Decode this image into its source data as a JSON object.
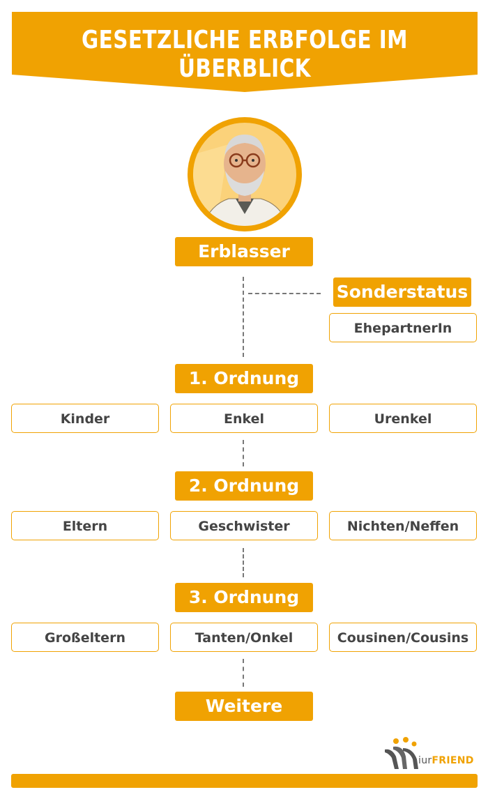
{
  "title": "GESETZLICHE ERBFOLGE IM ÜBERBLICK",
  "erblasser": "Erblasser",
  "sonderstatus": {
    "label": "Sonderstatus",
    "item": "EhepartnerIn"
  },
  "ordnung1": {
    "label": "1. Ordnung",
    "items": [
      "Kinder",
      "Enkel",
      "Urenkel"
    ]
  },
  "ordnung2": {
    "label": "2. Ordnung",
    "items": [
      "Eltern",
      "Geschwister",
      "Nichten/Neffen"
    ]
  },
  "ordnung3": {
    "label": "3. Ordnung",
    "items": [
      "Großeltern",
      "Tanten/Onkel",
      "Cousinen/Cousins"
    ]
  },
  "weitere": "Weitere",
  "logo": {
    "prefix": "iur",
    "brand": "FRIEND"
  },
  "colors": {
    "accent": "#f0a202",
    "box_text": "#444444",
    "connector": "#777777"
  }
}
